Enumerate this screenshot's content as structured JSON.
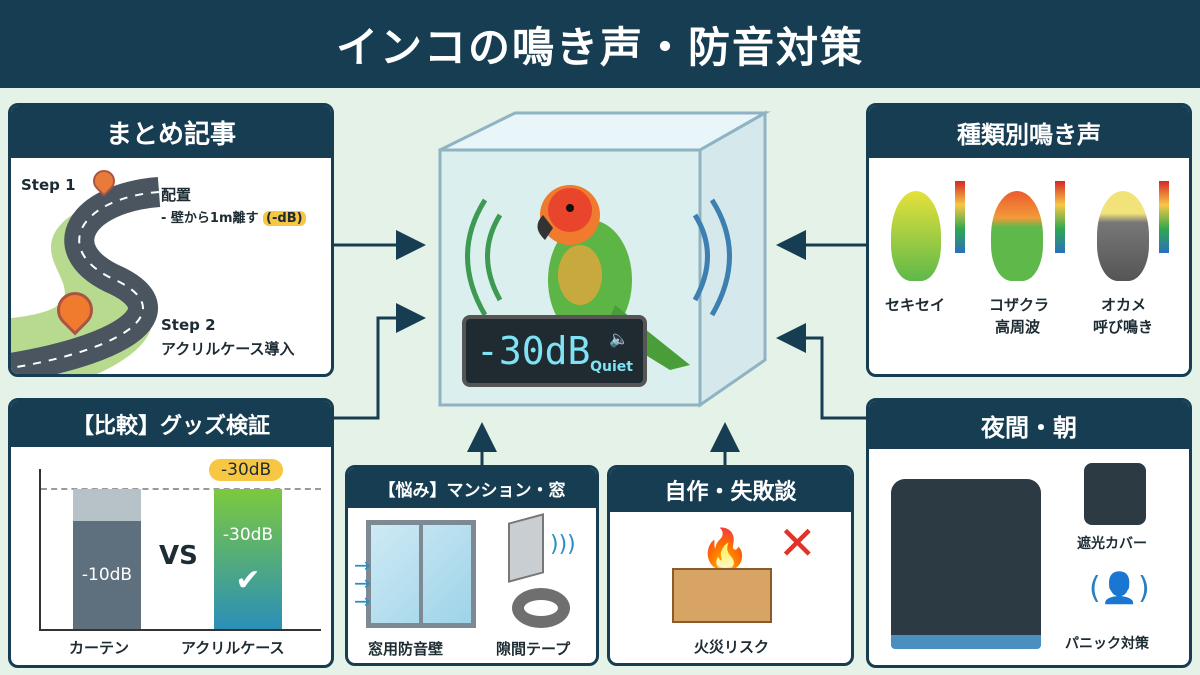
{
  "title": "インコの鳴き声・防音対策",
  "colors": {
    "navy": "#173d52",
    "background": "#e4f2e8",
    "accent_orange": "#f07a2e",
    "accent_yellow": "#f7c744",
    "green": "#6cc24a"
  },
  "summary": {
    "heading": "まとめ記事",
    "step1": "Step 1",
    "step1_title": "配置",
    "step1_detail": "- 壁から1m離す",
    "step1_badge": "(-dB)",
    "step2": "Step 2",
    "step2_detail": "アクリルケース導入"
  },
  "comparison": {
    "heading": "【比較】グッズ検証",
    "vs": "VS",
    "top_badge": "-30dB",
    "chart_data": {
      "type": "bar",
      "categories": [
        "カーテン",
        "アクリルケース"
      ],
      "values": [
        -10,
        -30
      ],
      "value_labels": [
        "-10dB",
        "-30dB"
      ]
    }
  },
  "trouble": {
    "heading": "【悩み】マンション・窓",
    "items": [
      "窓用防音壁",
      "隙間テープ"
    ]
  },
  "diy": {
    "heading": "自作・失敗談",
    "caption": "火災リスク"
  },
  "species": {
    "heading": "種類別鳴き声",
    "birds": [
      {
        "name": "セキセイ",
        "note": ""
      },
      {
        "name": "コザクラ",
        "note": "高周波"
      },
      {
        "name": "オカメ",
        "note": "呼び鳴き"
      }
    ]
  },
  "night": {
    "heading": "夜間・朝",
    "cover": "遮光カバー",
    "panic": "パニック対策"
  },
  "center": {
    "display_value": "-30dB",
    "display_status": "Quiet"
  }
}
